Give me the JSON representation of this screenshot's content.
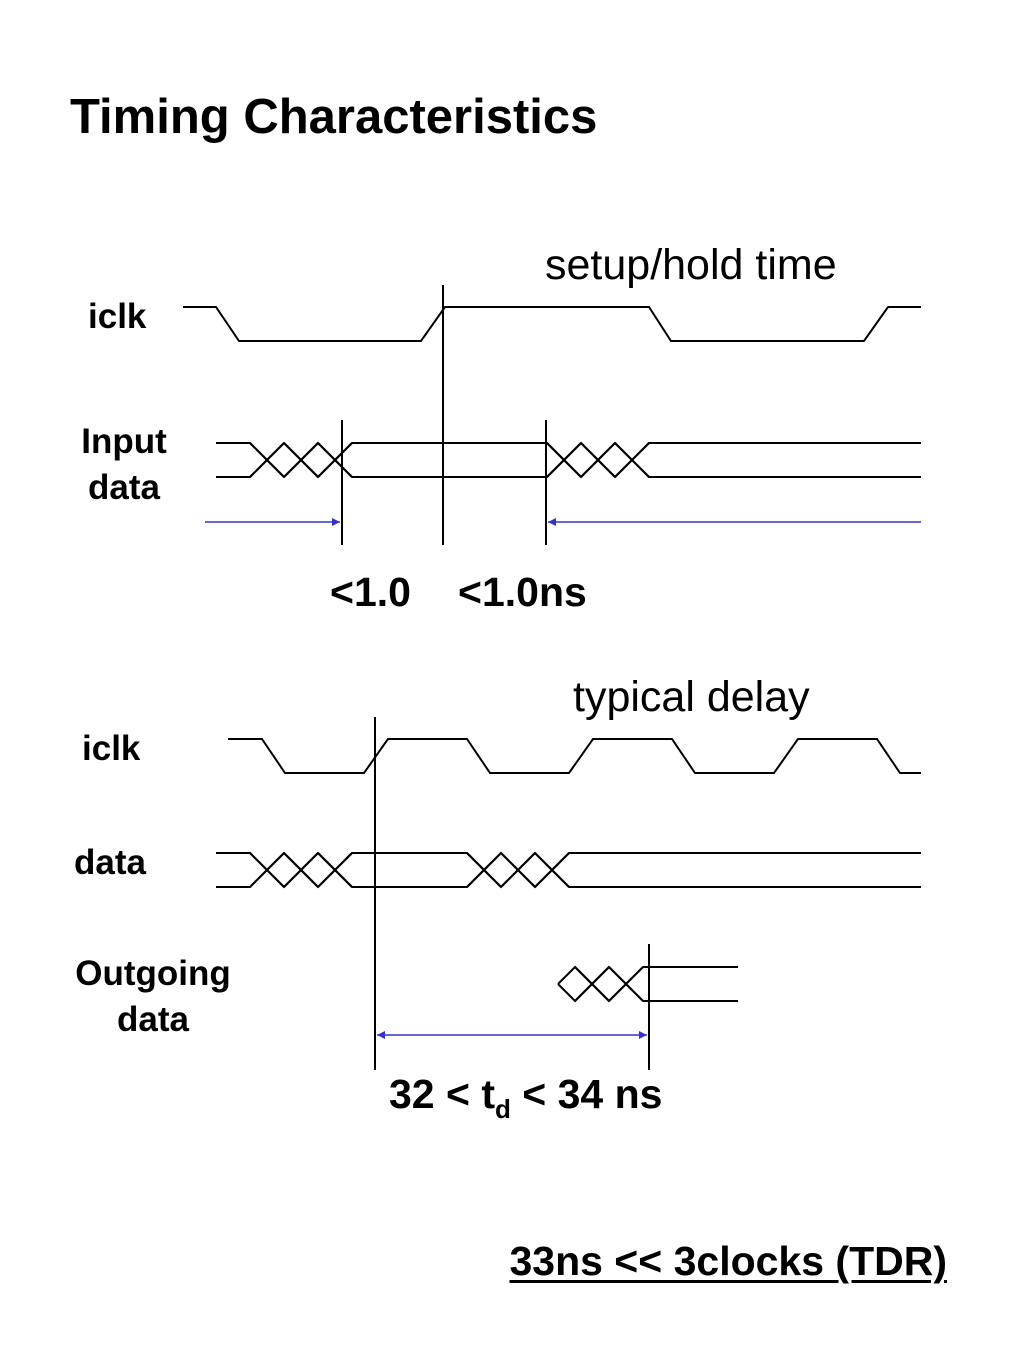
{
  "title": "Timing Characteristics",
  "setup_hold_section": {
    "caption": "setup/hold time",
    "clock_label": "iclk",
    "data_label_line1": "Input",
    "data_label_line2": "data",
    "setup_value": "<1.0",
    "hold_value": "<1.0ns"
  },
  "delay_section": {
    "caption": "typical delay",
    "clock_label": "iclk",
    "data_label": "data",
    "outgoing_label_line1": "Outgoing",
    "outgoing_label_line2": "data",
    "delay_prefix": "32 < t",
    "delay_subscript": "d",
    "delay_suffix": " < 34 ns"
  },
  "footnote": "33ns << 3clocks (TDR)",
  "colors": {
    "waveform": "#000000",
    "measurement_arrow": "#3333cc"
  }
}
